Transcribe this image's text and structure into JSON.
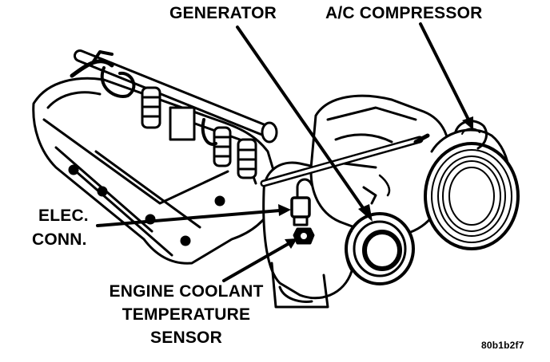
{
  "labels": {
    "generator": "GENERATOR",
    "ac_compressor": "A/C COMPRESSOR",
    "elec_conn_line1": "ELEC.",
    "elec_conn_line2": "CONN.",
    "ect_line1": "ENGINE COOLANT",
    "ect_line2": "TEMPERATURE",
    "ect_line3": "SENSOR",
    "figure_code": "80b1b2f7"
  },
  "colors": {
    "ink": "#000000",
    "paper": "#ffffff"
  }
}
